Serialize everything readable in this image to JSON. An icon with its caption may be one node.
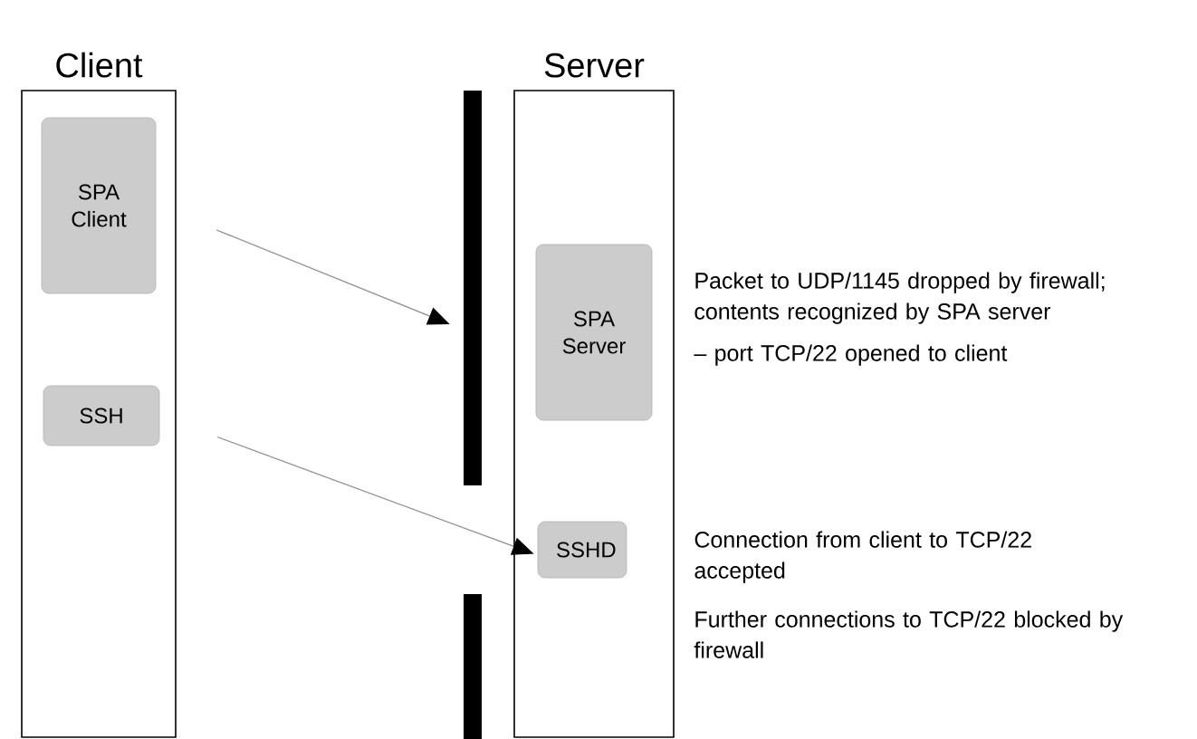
{
  "diagram": {
    "nodes": [
      {
        "text": [
          "Client"
        ]
      },
      {
        "text": [
          "SPA Client"
        ],
        "in": 0
      },
      {
        "text": [
          "SSH"
        ],
        "in": 0
      },
      {
        "text": [],
        "shape": "bar"
      },
      {
        "text": [],
        "shape": "bar"
      },
      {
        "text": [
          "Server"
        ]
      },
      {
        "text": [
          "SPA Server"
        ],
        "in": 5,
        "beside": [
          "Packet to UDP/1145 dropped by firewall; contents recognized by SPA server",
          "– port TCP/22 opened to client"
        ]
      },
      {
        "text": [
          "SSHD"
        ],
        "in": 5,
        "beside": [
          "Connection from client to TCP/22 accepted",
          "Further connections to TCP/22 blocked by firewall"
        ]
      }
    ],
    "edges": [
      {
        "from": 1,
        "to": 3,
        "arrow": "to"
      },
      {
        "from": 2,
        "to": 7,
        "arrow": "to"
      }
    ]
  }
}
